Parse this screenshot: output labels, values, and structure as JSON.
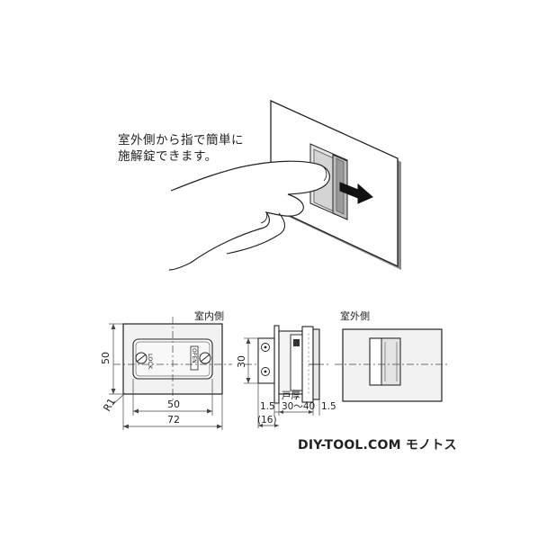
{
  "caption": {
    "line1": "室外側から指で簡単に",
    "line2": "施解錠できます。"
  },
  "views": {
    "indoor_label": "室内側",
    "outdoor_label": "室外側"
  },
  "dimensions": {
    "height_50": "50",
    "radius": "R1",
    "inner_width_50": "50",
    "outer_width_72": "72",
    "side_30": "30",
    "door_thickness_label": "戸厚",
    "door_thickness_range": "30～40",
    "plate_left": "1.5",
    "plate_right": "1.5",
    "depth_16": "(16)"
  },
  "plate_text": {
    "lock": "LOCK",
    "open": "OPEN"
  },
  "brand": {
    "name": "DIY-TOOL.COM",
    "suffix": "モノトス"
  }
}
